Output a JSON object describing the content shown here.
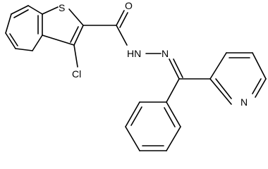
{
  "molecule": {
    "atoms": {
      "sulfur": "S",
      "oxygen": "O",
      "chlorine": "Cl",
      "hydrazide_nh": "HN",
      "imine_n": "N",
      "pyridine_n": "N"
    }
  },
  "colors": {
    "background": "#ffffff",
    "bond": "#000000",
    "label": "#000000"
  }
}
